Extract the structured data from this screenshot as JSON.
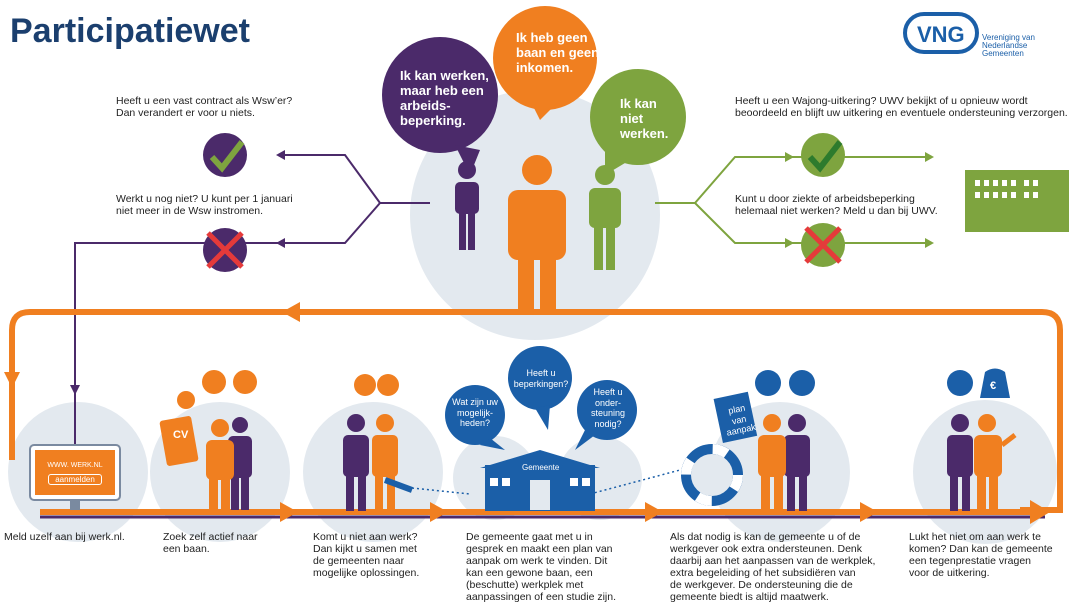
{
  "title": "Participatiewet",
  "logo": {
    "mark": "VNG",
    "subtitle_line1": "Vereniging van",
    "subtitle_line2": "Nederlandse Gemeenten"
  },
  "colors": {
    "navy": "#1b3f6e",
    "purple": "#4b2a6a",
    "orange": "#f07f20",
    "green": "#7ea43f",
    "blue": "#1b5fa8",
    "circle": "#e3e9ef"
  },
  "bubbles": {
    "purple": [
      "Ik kan werken,",
      "maar heb een",
      "arbeids-",
      "beperking."
    ],
    "orange": [
      "Ik heb geen",
      "baan en geen",
      "inkomen."
    ],
    "green": [
      "Ik kan",
      "niet",
      "werken."
    ]
  },
  "left_notes": {
    "wsw_contract": [
      "Heeft u een vast contract als Wsw’er?",
      "Dan verandert er voor u niets."
    ],
    "wsw_new": [
      "Werkt u nog niet? U kunt per 1 januari",
      "niet meer in de Wsw instromen."
    ]
  },
  "right_notes": {
    "wajong": [
      "Heeft u een Wajong-uitkering? UWV bekijkt of u opnieuw wordt",
      "beoordeeld en blijft uw uitkering en eventuele ondersteuning verzorgen."
    ],
    "illness": [
      "Kunt u door ziekte of arbeidsbeperking",
      "helemaal niet werken? Meld u dan bij UWV."
    ]
  },
  "website": {
    "url": "WWW. WERK.NL",
    "button": "aanmelden"
  },
  "cv_label": "CV",
  "plan_label": [
    "plan",
    "van",
    "aanpak"
  ],
  "building_label": "Gemeente",
  "small_bubbles": {
    "left": [
      "Wat zijn uw",
      "mogelijk-",
      "heden?"
    ],
    "middle": [
      "Heeft u",
      "beperkingen?"
    ],
    "right": [
      "Heeft u",
      "onder-",
      "steuning",
      "nodig?"
    ]
  },
  "steps": [
    [
      "Meld uzelf aan bij werk.nl."
    ],
    [
      "Zoek zelf actief naar",
      "een baan."
    ],
    [
      "Komt u niet aan werk?",
      "Dan kijkt u samen met",
      "de gemeenten naar",
      "mogelijke oplossingen."
    ],
    [
      "De gemeente gaat met u in",
      "gesprek en maakt een plan van",
      "aanpak om werk te vinden. Dit",
      "kan een gewone baan, een",
      "(beschutte) werkplek met",
      "aanpassingen of een studie zijn."
    ],
    [
      "Als dat nodig is kan de gemeente u of de",
      "werkgever ook extra ondersteunen. Denk",
      "daarbij aan het aanpassen van de werkplek,",
      "extra begeleiding of het subsidiëren van",
      "de werkgever. De ondersteuning die de",
      "gemeente biedt is altijd maatwerk."
    ],
    [
      "Lukt het niet om aan werk te",
      "komen? Dan kan de gemeente",
      "een tegenprestatie vragen",
      "voor de uitkering."
    ]
  ],
  "euro_sign": "€"
}
